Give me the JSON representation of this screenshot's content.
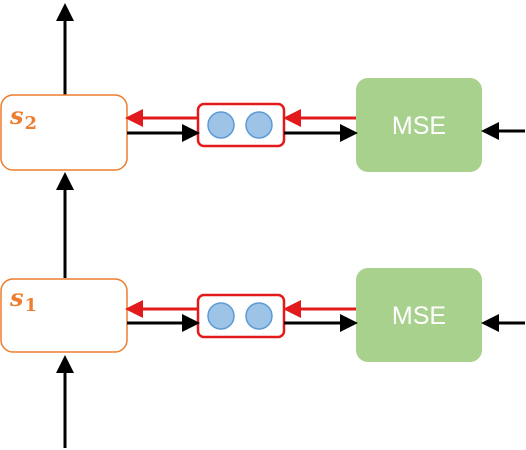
{
  "colors": {
    "state_border": "#ED7D31",
    "state_text": "#ED7D31",
    "mse_fill": "#A9D18E",
    "mse_text": "#FFFFFF",
    "buffer_border": "#E31A1C",
    "circle_fill": "#9DC3E6",
    "circle_stroke": "#5B9BD5",
    "forward_arrow": "#000000",
    "gradient_arrow": "#E31A1C"
  },
  "states": {
    "s2": {
      "main": "s",
      "sub": "2"
    },
    "s1": {
      "main": "s",
      "sub": "1"
    }
  },
  "loss": {
    "top": {
      "label": "MSE"
    },
    "bottom": {
      "label": "MSE"
    }
  }
}
